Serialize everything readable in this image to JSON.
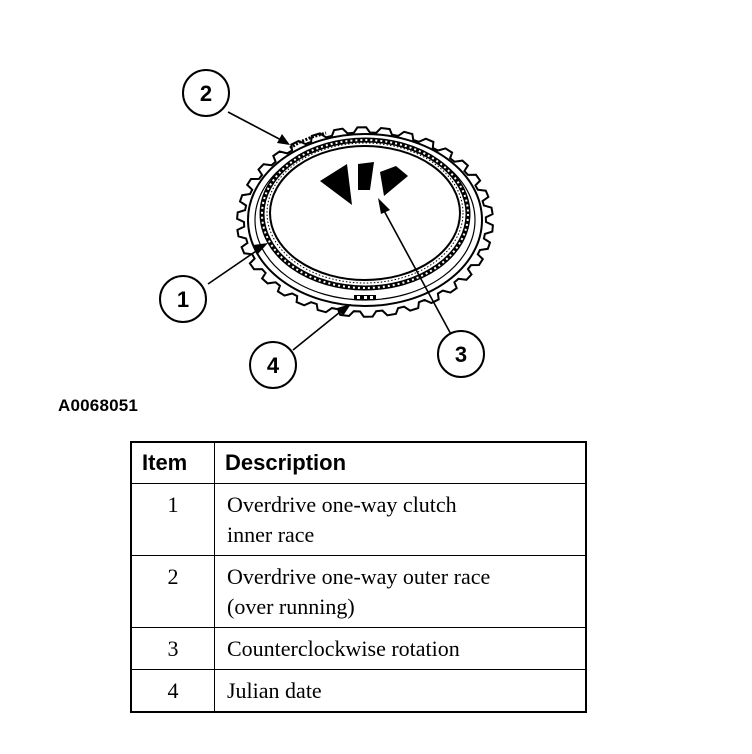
{
  "figure": {
    "id": "A0068051",
    "callouts": [
      "1",
      "2",
      "3",
      "4"
    ]
  },
  "table": {
    "headers": {
      "item": "Item",
      "description": "Description"
    },
    "rows": [
      {
        "item": "1",
        "description": [
          "Overdrive one-way clutch",
          "inner race"
        ]
      },
      {
        "item": "2",
        "description": [
          "Overdrive one-way outer race",
          "(over running)"
        ]
      },
      {
        "item": "3",
        "description": [
          "Counterclockwise rotation"
        ]
      },
      {
        "item": "4",
        "description": [
          "Julian date"
        ]
      }
    ]
  }
}
